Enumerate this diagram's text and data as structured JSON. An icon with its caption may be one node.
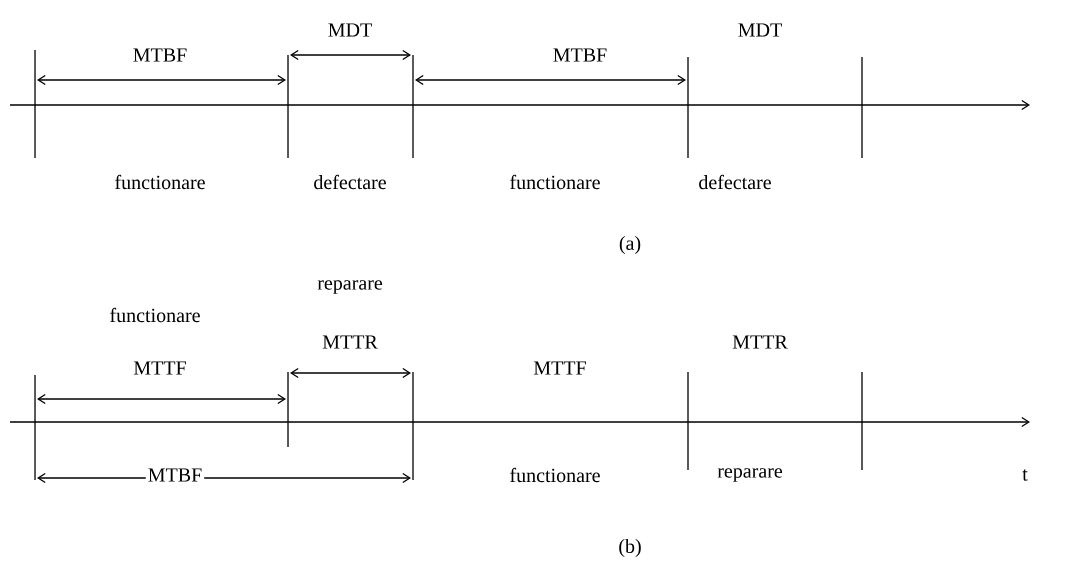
{
  "diagram": {
    "labels": [
      "MTBF",
      "MDT",
      "MTBF",
      "MDT",
      "functionare",
      "defectare",
      "functionare",
      "defectare",
      "(a)",
      "reparare",
      "functionare",
      "MTTR",
      "MTTF",
      "MTTF",
      "MTTR",
      "MTBF",
      "functionare",
      "reparare",
      "t",
      "(b)"
    ]
  }
}
